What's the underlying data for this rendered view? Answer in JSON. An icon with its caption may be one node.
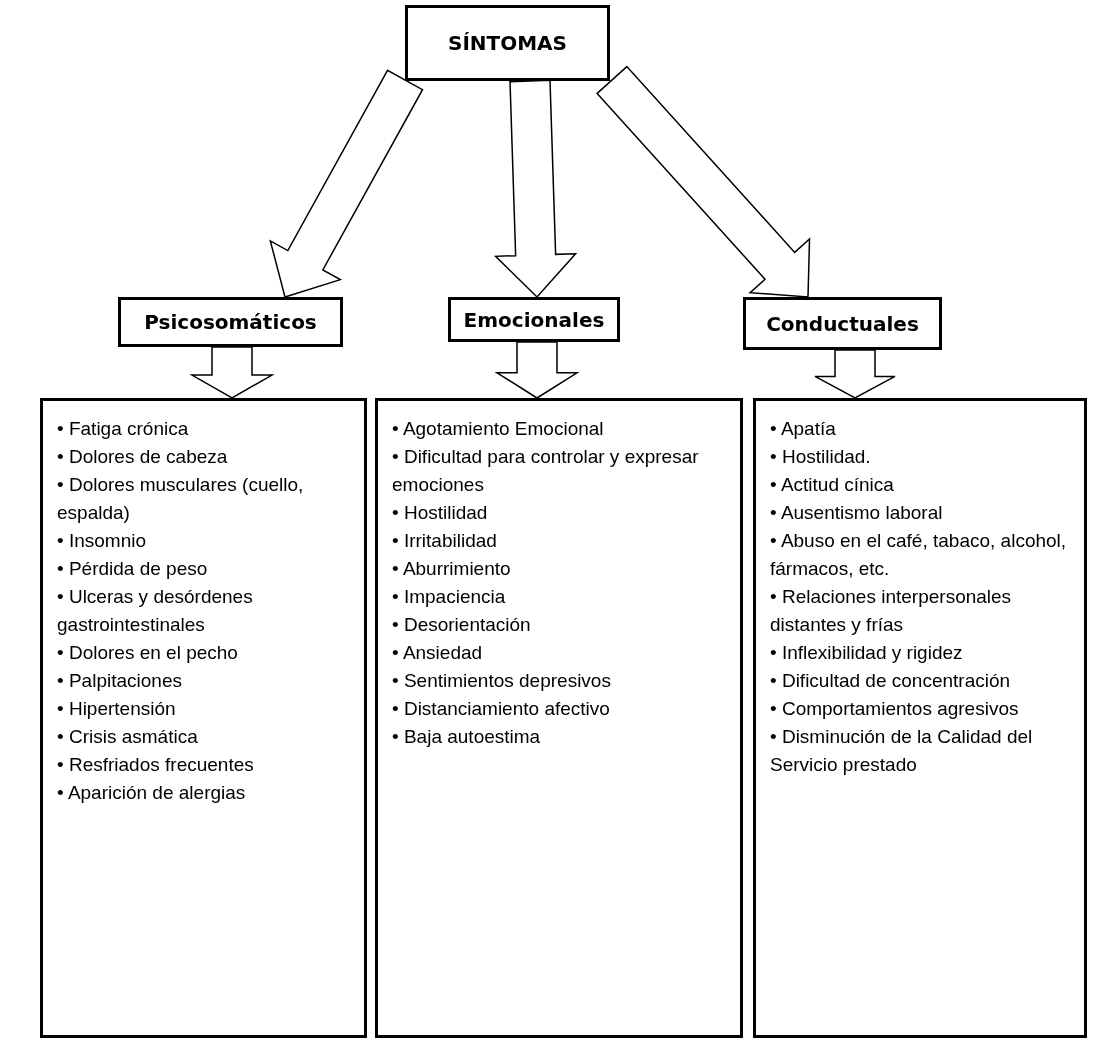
{
  "diagram": {
    "nodes": [
      {
        "text": [
          "SÍNTOMAS"
        ]
      },
      {
        "text": [
          "Psicosomáticos"
        ]
      },
      {
        "text": [
          "Emocionales"
        ]
      },
      {
        "text": [
          "Conductuales"
        ]
      },
      {
        "text": [
          "• Fatiga crónica",
          "• Dolores de cabeza",
          "• Dolores musculares (cuello, espalda)",
          "• Insomnio",
          "• Pérdida de peso",
          "• Ulceras y desórdenes gastrointestinales",
          "• Dolores en el pecho",
          "• Palpitaciones",
          "• Hipertensión",
          "• Crisis asmática",
          "• Resfriados frecuentes",
          "• Aparición de alergias"
        ]
      },
      {
        "text": [
          "• Agotamiento Emocional",
          "• Dificultad para controlar y expresar emociones",
          "• Hostilidad",
          "• Irritabilidad",
          "• Aburrimiento",
          "• Impaciencia",
          "• Desorientación",
          "• Ansiedad",
          "• Sentimientos depresivos",
          "• Distanciamiento afectivo",
          "• Baja autoestima"
        ]
      },
      {
        "text": [
          "• Apatía",
          "• Hostilidad.",
          "• Actitud cínica",
          "• Ausentismo laboral",
          "• Abuso en el café, tabaco, alcohol, fármacos, etc.",
          "• Relaciones interpersonales distantes y frías",
          "• Inflexibilidad y rigidez",
          "• Dificultad de concentración",
          "• Comportamientos agresivos",
          "• Disminución de la Calidad del Servicio prestado"
        ]
      }
    ],
    "edges": [
      {
        "from": 0,
        "to": 1,
        "arrow": "to"
      },
      {
        "from": 0,
        "to": 2,
        "arrow": "to"
      },
      {
        "from": 0,
        "to": 3,
        "arrow": "to"
      },
      {
        "from": 1,
        "to": 4,
        "arrow": "to"
      },
      {
        "from": 2,
        "to": 5,
        "arrow": "to"
      },
      {
        "from": 3,
        "to": 6,
        "arrow": "to"
      }
    ]
  }
}
